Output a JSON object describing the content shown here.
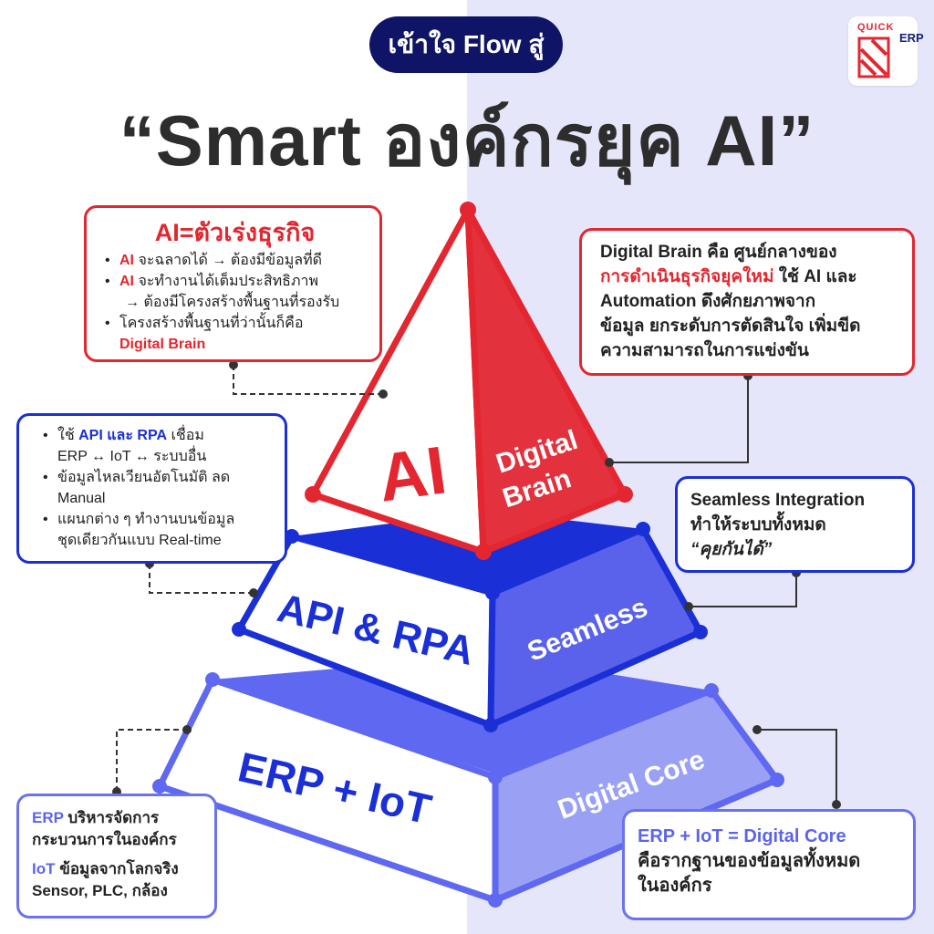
{
  "header": {
    "pill": "เข้าใจ Flow สู่",
    "title": "“Smart องค์กรยุค AI”",
    "logo_top": "QUICK",
    "logo_side": "ERP"
  },
  "pyramid": {
    "top_front": "AI",
    "top_side": "Digital Brain",
    "mid_front": "API & RPA",
    "mid_side": "Seamless",
    "base_front": "ERP + IoT",
    "base_side": "Digital Core"
  },
  "ai_box": {
    "title": "AI=ตัวเร่งธุรกิจ",
    "item1_kw": "AI",
    "item1_text": " จะฉลาดได้ → ต้องมีข้อมูลที่ดี",
    "item2_kw": "AI",
    "item2_text": " จะทำงานได้เต็มประสิทธิภาพ",
    "item2_cont": "→ ต้องมีโครงสร้างพื้นฐานที่รองรับ",
    "item3_text": "โครงสร้างพื้นฐานที่ว่านั้นก็คือ",
    "item3_kw": "Digital Brain"
  },
  "brain_box": {
    "red_line1": "Digital Brain คือ ศูนย์กลางของ",
    "red_line2": "การดำเนินธุรกิจยุคใหม่",
    "line2_rest": " ใช้ AI และ",
    "line3": "Automation ดึงศักยภาพจาก",
    "line4": "ข้อมูล ยกระดับการตัดสินใจ เพิ่มขีด",
    "line5": "ความสามารถในการแข่งขัน"
  },
  "api_box": {
    "item1_pre": "ใช้ ",
    "item1_kw": "API และ RPA",
    "item1_post": " เชื่อม",
    "item1_cont": "ERP ↔ IoT ↔ ระบบอื่น",
    "item2_line1": "ข้อมูลไหลเวียนอัตโนมัติ ลด",
    "item2_line2": "Manual",
    "item3_line1": "แผนกต่าง ๆ ทำงานบนข้อมูล",
    "item3_line2": "ชุดเดียวกันแบบ Real-time"
  },
  "seamless_box": {
    "title": "Seamless Integration",
    "line2": "ทำให้ระบบทั้งหมด",
    "quote": "“คุยกันได้”"
  },
  "erp_box": {
    "kw1": "ERP",
    "text1": " บริหารจัดการ",
    "text1b": "กระบวนการในองค์กร",
    "kw2": "IoT",
    "text2": " ข้อมูลจากโลกจริง",
    "text2b": "Sensor, PLC, กล้อง"
  },
  "core_box": {
    "title": "ERP + IoT = Digital Core",
    "line2": "คือรากฐานของข้อมูลทั้งหมด",
    "line3": "ในองค์กร"
  },
  "colors": {
    "red": "#e3262f",
    "blue": "#1a2fd6",
    "light_blue": "#6a72f0",
    "navy": "#101466"
  }
}
